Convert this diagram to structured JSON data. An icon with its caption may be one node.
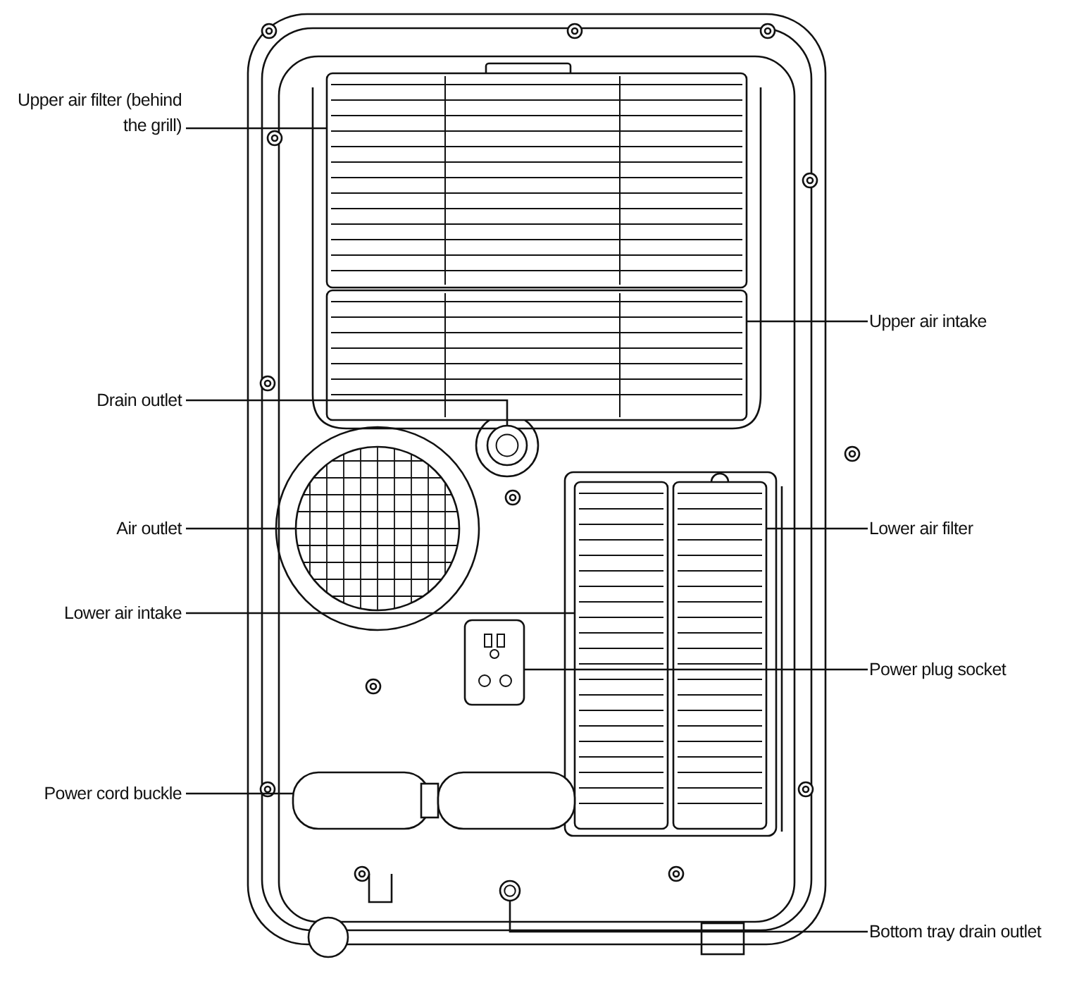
{
  "diagram": {
    "nodes": [
      {
        "text": [
          "Upper air filter (behind the grill)"
        ]
      },
      {
        "text": [],
        "shape": "box"
      },
      {
        "text": [
          "Drain outlet"
        ]
      },
      {
        "text": [],
        "shape": "circle"
      },
      {
        "text": [
          "Air outlet"
        ]
      },
      {
        "text": [],
        "shape": "circle"
      },
      {
        "text": [
          "Lower air intake"
        ]
      },
      {
        "text": [],
        "shape": "box"
      },
      {
        "text": [
          "Power cord buckle"
        ]
      },
      {
        "text": [],
        "shape": "box"
      },
      {
        "text": [
          "Upper air intake"
        ]
      },
      {
        "text": [],
        "shape": "box"
      },
      {
        "text": [
          "Lower air filter"
        ]
      },
      {
        "text": [],
        "shape": "box"
      },
      {
        "text": [
          "Power plug socket"
        ]
      },
      {
        "text": [],
        "shape": "box"
      },
      {
        "text": [
          "Bottom tray drain outlet"
        ]
      },
      {
        "text": [],
        "shape": "circle"
      }
    ],
    "edges": [
      {
        "from": 0,
        "to": 1,
        "arrow": "none"
      },
      {
        "from": 2,
        "to": 3,
        "arrow": "none"
      },
      {
        "from": 4,
        "to": 5,
        "arrow": "none"
      },
      {
        "from": 6,
        "to": 7,
        "arrow": "none"
      },
      {
        "from": 8,
        "to": 9,
        "arrow": "none"
      },
      {
        "from": 10,
        "to": 11,
        "arrow": "none"
      },
      {
        "from": 12,
        "to": 13,
        "arrow": "none"
      },
      {
        "from": 14,
        "to": 15,
        "arrow": "none"
      },
      {
        "from": 16,
        "to": 17,
        "arrow": "none"
      }
    ]
  }
}
